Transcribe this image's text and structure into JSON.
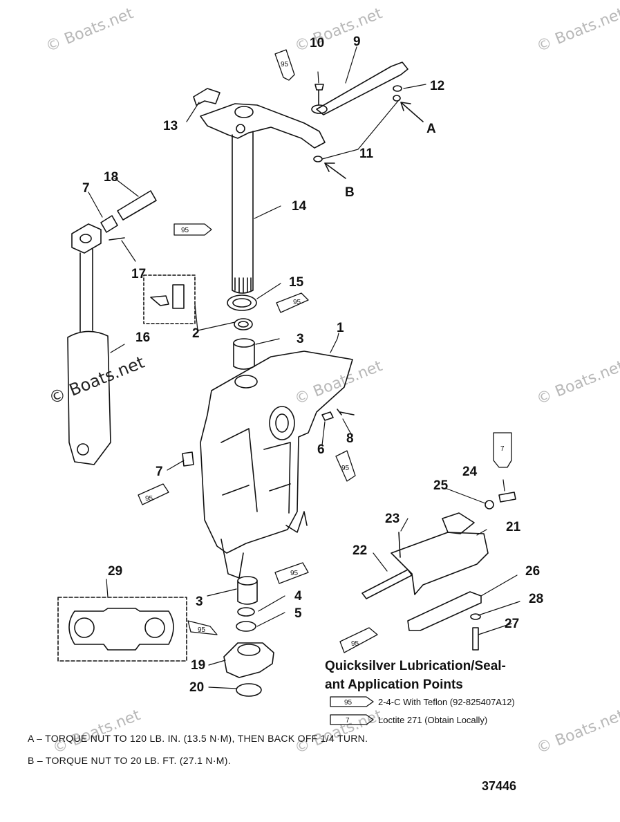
{
  "diagram": {
    "callouts": [
      "1",
      "2",
      "3",
      "3",
      "4",
      "5",
      "6",
      "7",
      "7",
      "8",
      "9",
      "10",
      "11",
      "12",
      "13",
      "14",
      "15",
      "16",
      "17",
      "18",
      "19",
      "20",
      "21",
      "22",
      "23",
      "24",
      "25",
      "26",
      "27",
      "28",
      "29",
      "A",
      "B"
    ],
    "tube_labels": {
      "lubricant": "95",
      "sealant": "7"
    },
    "watermark": "© Boats.net"
  },
  "legend": {
    "title": "Quicksilver Lubrication/Seal-\nant Application Points",
    "items": [
      {
        "code": "95",
        "text": "2-4-C  With Teflon (92-825407A12)"
      },
      {
        "code": "7",
        "text": "Loctite 271 (Obtain Locally)"
      }
    ]
  },
  "notes": [
    {
      "letter": "A",
      "text": "– TORQUE NUT TO 120 LB. IN. (13.5 N·M), THEN BACK OFF 1/4 TURN."
    },
    {
      "letter": "B",
      "text": "– TORQUE NUT TO 20 LB. FT. (27.1 N·M)."
    }
  ],
  "figure_number": "37446"
}
